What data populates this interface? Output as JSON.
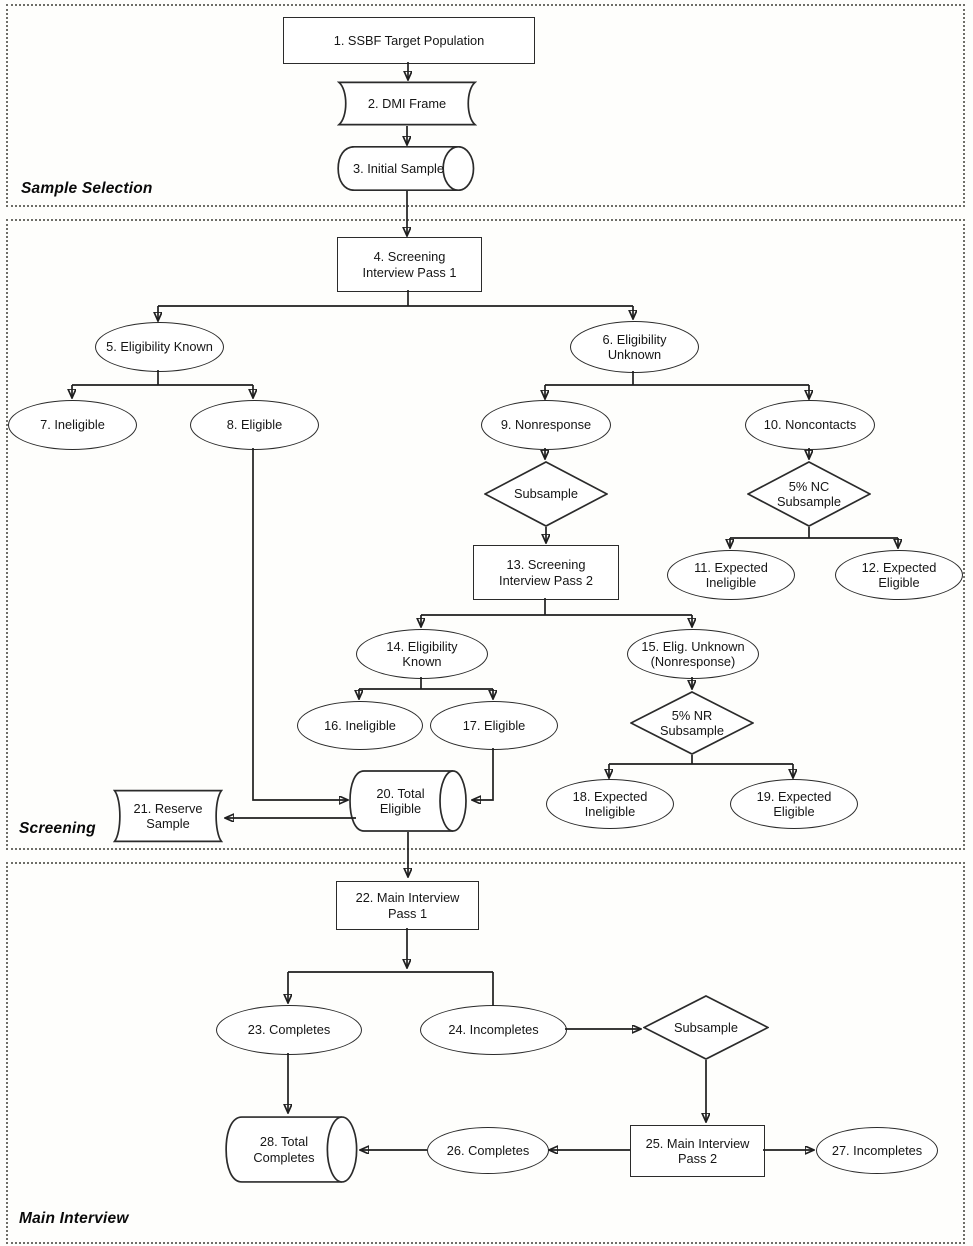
{
  "sections": {
    "sample_selection": {
      "label": "Sample Selection"
    },
    "screening": {
      "label": "Screening"
    },
    "main_interview": {
      "label": "Main Interview"
    }
  },
  "nodes": {
    "n1": {
      "label": "1. SSBF Target Population",
      "shape": "process-rectangle"
    },
    "n2": {
      "label": "2. DMI Frame",
      "shape": "stored-data"
    },
    "n3": {
      "label": "3. Initial Sample",
      "shape": "data-cylinder"
    },
    "n4": {
      "label": "4. Screening\nInterview Pass 1",
      "shape": "process-rectangle"
    },
    "n5": {
      "label": "5. Eligibility Known",
      "shape": "ellipse"
    },
    "n6": {
      "label": "6. Eligibility\nUnknown",
      "shape": "ellipse"
    },
    "n7": {
      "label": "7. Ineligible",
      "shape": "ellipse"
    },
    "n8": {
      "label": "8. Eligible",
      "shape": "ellipse"
    },
    "n9": {
      "label": "9. Nonresponse",
      "shape": "ellipse"
    },
    "n10": {
      "label": "10. Noncontacts",
      "shape": "ellipse"
    },
    "d1": {
      "label": "Subsample",
      "shape": "decision-diamond"
    },
    "d2": {
      "label": "5% NC\nSubsample",
      "shape": "decision-diamond"
    },
    "n11": {
      "label": "11. Expected\nIneligible",
      "shape": "ellipse"
    },
    "n12": {
      "label": "12. Expected\nEligible",
      "shape": "ellipse"
    },
    "n13": {
      "label": "13. Screening\nInterview Pass 2",
      "shape": "process-rectangle"
    },
    "n14": {
      "label": "14. Eligibility\nKnown",
      "shape": "ellipse"
    },
    "n15": {
      "label": "15. Elig. Unknown\n(Nonresponse)",
      "shape": "ellipse"
    },
    "n16": {
      "label": "16. Ineligible",
      "shape": "ellipse"
    },
    "n17": {
      "label": "17. Eligible",
      "shape": "ellipse"
    },
    "d3": {
      "label": "5% NR\nSubsample",
      "shape": "decision-diamond"
    },
    "n18": {
      "label": "18. Expected\nIneligible",
      "shape": "ellipse"
    },
    "n19": {
      "label": "19. Expected\nEligible",
      "shape": "ellipse"
    },
    "n20": {
      "label": "20. Total\nEligible",
      "shape": "data-cylinder"
    },
    "n21": {
      "label": "21. Reserve\nSample",
      "shape": "stored-data"
    },
    "n22": {
      "label": "22. Main Interview\nPass 1",
      "shape": "process-rectangle"
    },
    "n23": {
      "label": "23. Completes",
      "shape": "ellipse"
    },
    "n24": {
      "label": "24. Incompletes",
      "shape": "ellipse"
    },
    "d4": {
      "label": "Subsample",
      "shape": "decision-diamond"
    },
    "n25": {
      "label": "25. Main Interview\nPass 2",
      "shape": "process-rectangle"
    },
    "n26": {
      "label": "26. Completes",
      "shape": "ellipse"
    },
    "n27": {
      "label": "27. Incompletes",
      "shape": "ellipse"
    },
    "n28": {
      "label": "28. Total\nCompletes",
      "shape": "data-cylinder"
    }
  },
  "colors": {
    "stroke": "#2b2b2b",
    "background": "#ffffff",
    "text": "#141414"
  }
}
